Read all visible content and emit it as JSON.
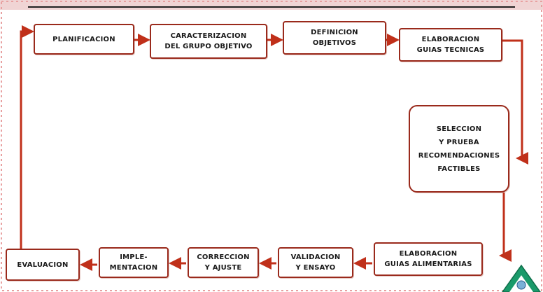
{
  "steps": {
    "planificacion": [
      "PLANIFICACION"
    ],
    "caracterizacion": [
      "CARACTERIZACION",
      "DEL GRUPO OBJETIVO"
    ],
    "definicion": [
      "DEFINICION",
      "OBJETIVOS"
    ],
    "elaboracion_tecnicas": [
      "ELABORACION",
      "GUIAS TECNICAS"
    ],
    "seleccion": [
      "SELECCION",
      "Y PRUEBA",
      "RECOMENDACIONES",
      "FACTIBLES"
    ],
    "elaboracion_alimentarias": [
      "ELABORACION",
      "GUIAS ALIMENTARIAS"
    ],
    "validacion": [
      "VALIDACION",
      "Y ENSAYO"
    ],
    "correccion": [
      "CORRECCION",
      "Y AJUSTE"
    ],
    "implementacion": [
      "IMPLE-",
      "MENTACION"
    ],
    "evaluacion": [
      "EVALUACION"
    ]
  },
  "colors": {
    "arrow": "#c0301a",
    "box_border": "#9a2a1c",
    "frame_dash": "#e8a0a0",
    "logo_green": "#1a9a6a"
  },
  "icons": {
    "logo": "triangle-emblem-icon"
  }
}
